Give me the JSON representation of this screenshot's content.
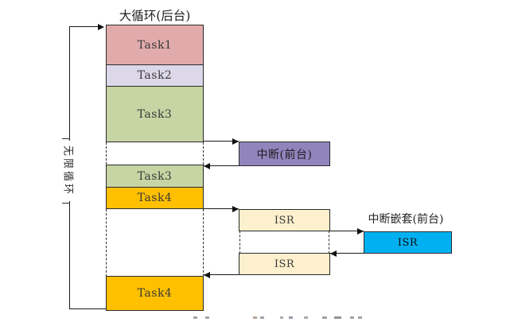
{
  "title": "大循环(后台)",
  "loop": {
    "label": "无限循环"
  },
  "stack": {
    "task1": {
      "label": "Task1"
    },
    "task2": {
      "label": "Task2"
    },
    "task3a": {
      "label": "Task3"
    },
    "task3b": {
      "label": "Task3"
    },
    "task4a": {
      "label": "Task4"
    },
    "task4b": {
      "label": "Task4"
    }
  },
  "foreground": {
    "interrupt": {
      "label": "中断(前台)"
    },
    "isr_first": {
      "label": "ISR"
    },
    "isr_second": {
      "label": "ISR"
    },
    "nested_title": "中断嵌套(前台)",
    "isr_nested": {
      "label": "ISR"
    }
  },
  "colors": {
    "task1": "#e2abab",
    "task2": "#dcd7e9",
    "task3": "#c6d5a3",
    "task4": "#ffc000",
    "interrupt": "#9184bd",
    "isr": "#fdf0cd",
    "isr_nested": "#00b0f0",
    "line": "#1a1a1a"
  }
}
